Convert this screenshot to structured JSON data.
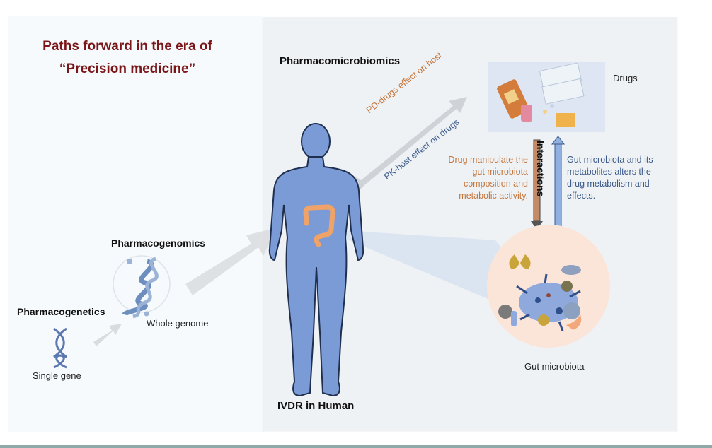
{
  "title": {
    "line1": "Paths forward in the era of",
    "line2": "“Precision medicine”"
  },
  "left": {
    "pharmacogenetics": {
      "heading": "Pharmacogenetics",
      "caption": "Single gene",
      "icon": "dna-icon"
    },
    "pharmacogenomics": {
      "heading": "Pharmacogenomics",
      "caption": "Whole genome",
      "icon": "dna-genome-icon"
    }
  },
  "right": {
    "heading": "Pharmacomicrobiomics",
    "human_caption": "IVDR in Human",
    "drugs_caption": "Drugs",
    "gut_caption": "Gut microbiota",
    "pd_label": "PD-drugs effect on host",
    "pk_label": "PK-host effect on drugs",
    "interactions_label": "Interactions",
    "drug_effect_text": [
      "Drug manipulate the",
      "gut microbiota",
      "composition and",
      "metabolic activity."
    ],
    "microbiota_effect_text": [
      "Gut microbiota and its",
      "metabolites alters the",
      "drug metabolism and",
      "effects."
    ]
  },
  "colors": {
    "title": "#7a1518",
    "orange_text": "#c4753a",
    "blue_text": "#3b5a8a",
    "body_fill": "#7b9bd6",
    "gut": "#f0a368"
  }
}
